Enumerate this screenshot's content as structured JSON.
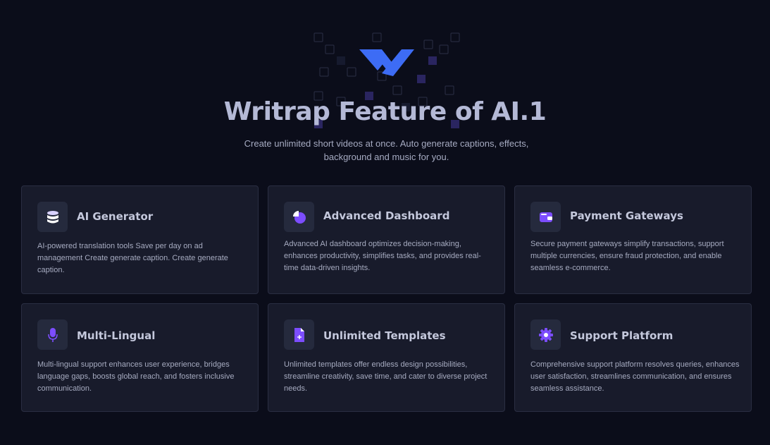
{
  "hero": {
    "title": "Writrap Feature of AI.1",
    "subtitle": "Create unlimited short videos at once. Auto generate captions, effects, background and music for you."
  },
  "colors": {
    "background": "#0b0d1a",
    "card": "#181b2b",
    "accent": "#7c4dff",
    "logo": "#3d6cf5"
  },
  "features": [
    {
      "icon": "database-icon",
      "title": "AI Generator",
      "description": "AI-powered translation tools Save per day on ad management Create generate caption. Create generate caption."
    },
    {
      "icon": "pie-chart-icon",
      "title": "Advanced Dashboard",
      "description": "Advanced AI dashboard optimizes decision-making, enhances productivity, simplifies tasks, and provides real-time data-driven insights."
    },
    {
      "icon": "wallet-icon",
      "title": "Payment Gateways",
      "description": "Secure payment gateways simplify transactions, support multiple currencies, ensure fraud protection, and enable seamless e-commerce."
    },
    {
      "icon": "microphone-icon",
      "title": "Multi-Lingual",
      "description": "Multi-lingual support enhances user experience, bridges language gaps, boosts global reach, and fosters inclusive communication."
    },
    {
      "icon": "document-add-icon",
      "title": "Unlimited Templates",
      "description": "Unlimited templates offer endless design possibilities, streamline creativity, save time, and cater to diverse project needs."
    },
    {
      "icon": "gear-icon",
      "title": "Support Platform",
      "description": "Comprehensive support platform resolves queries, enhances user satisfaction, streamlines communication, and ensures seamless assistance."
    }
  ]
}
